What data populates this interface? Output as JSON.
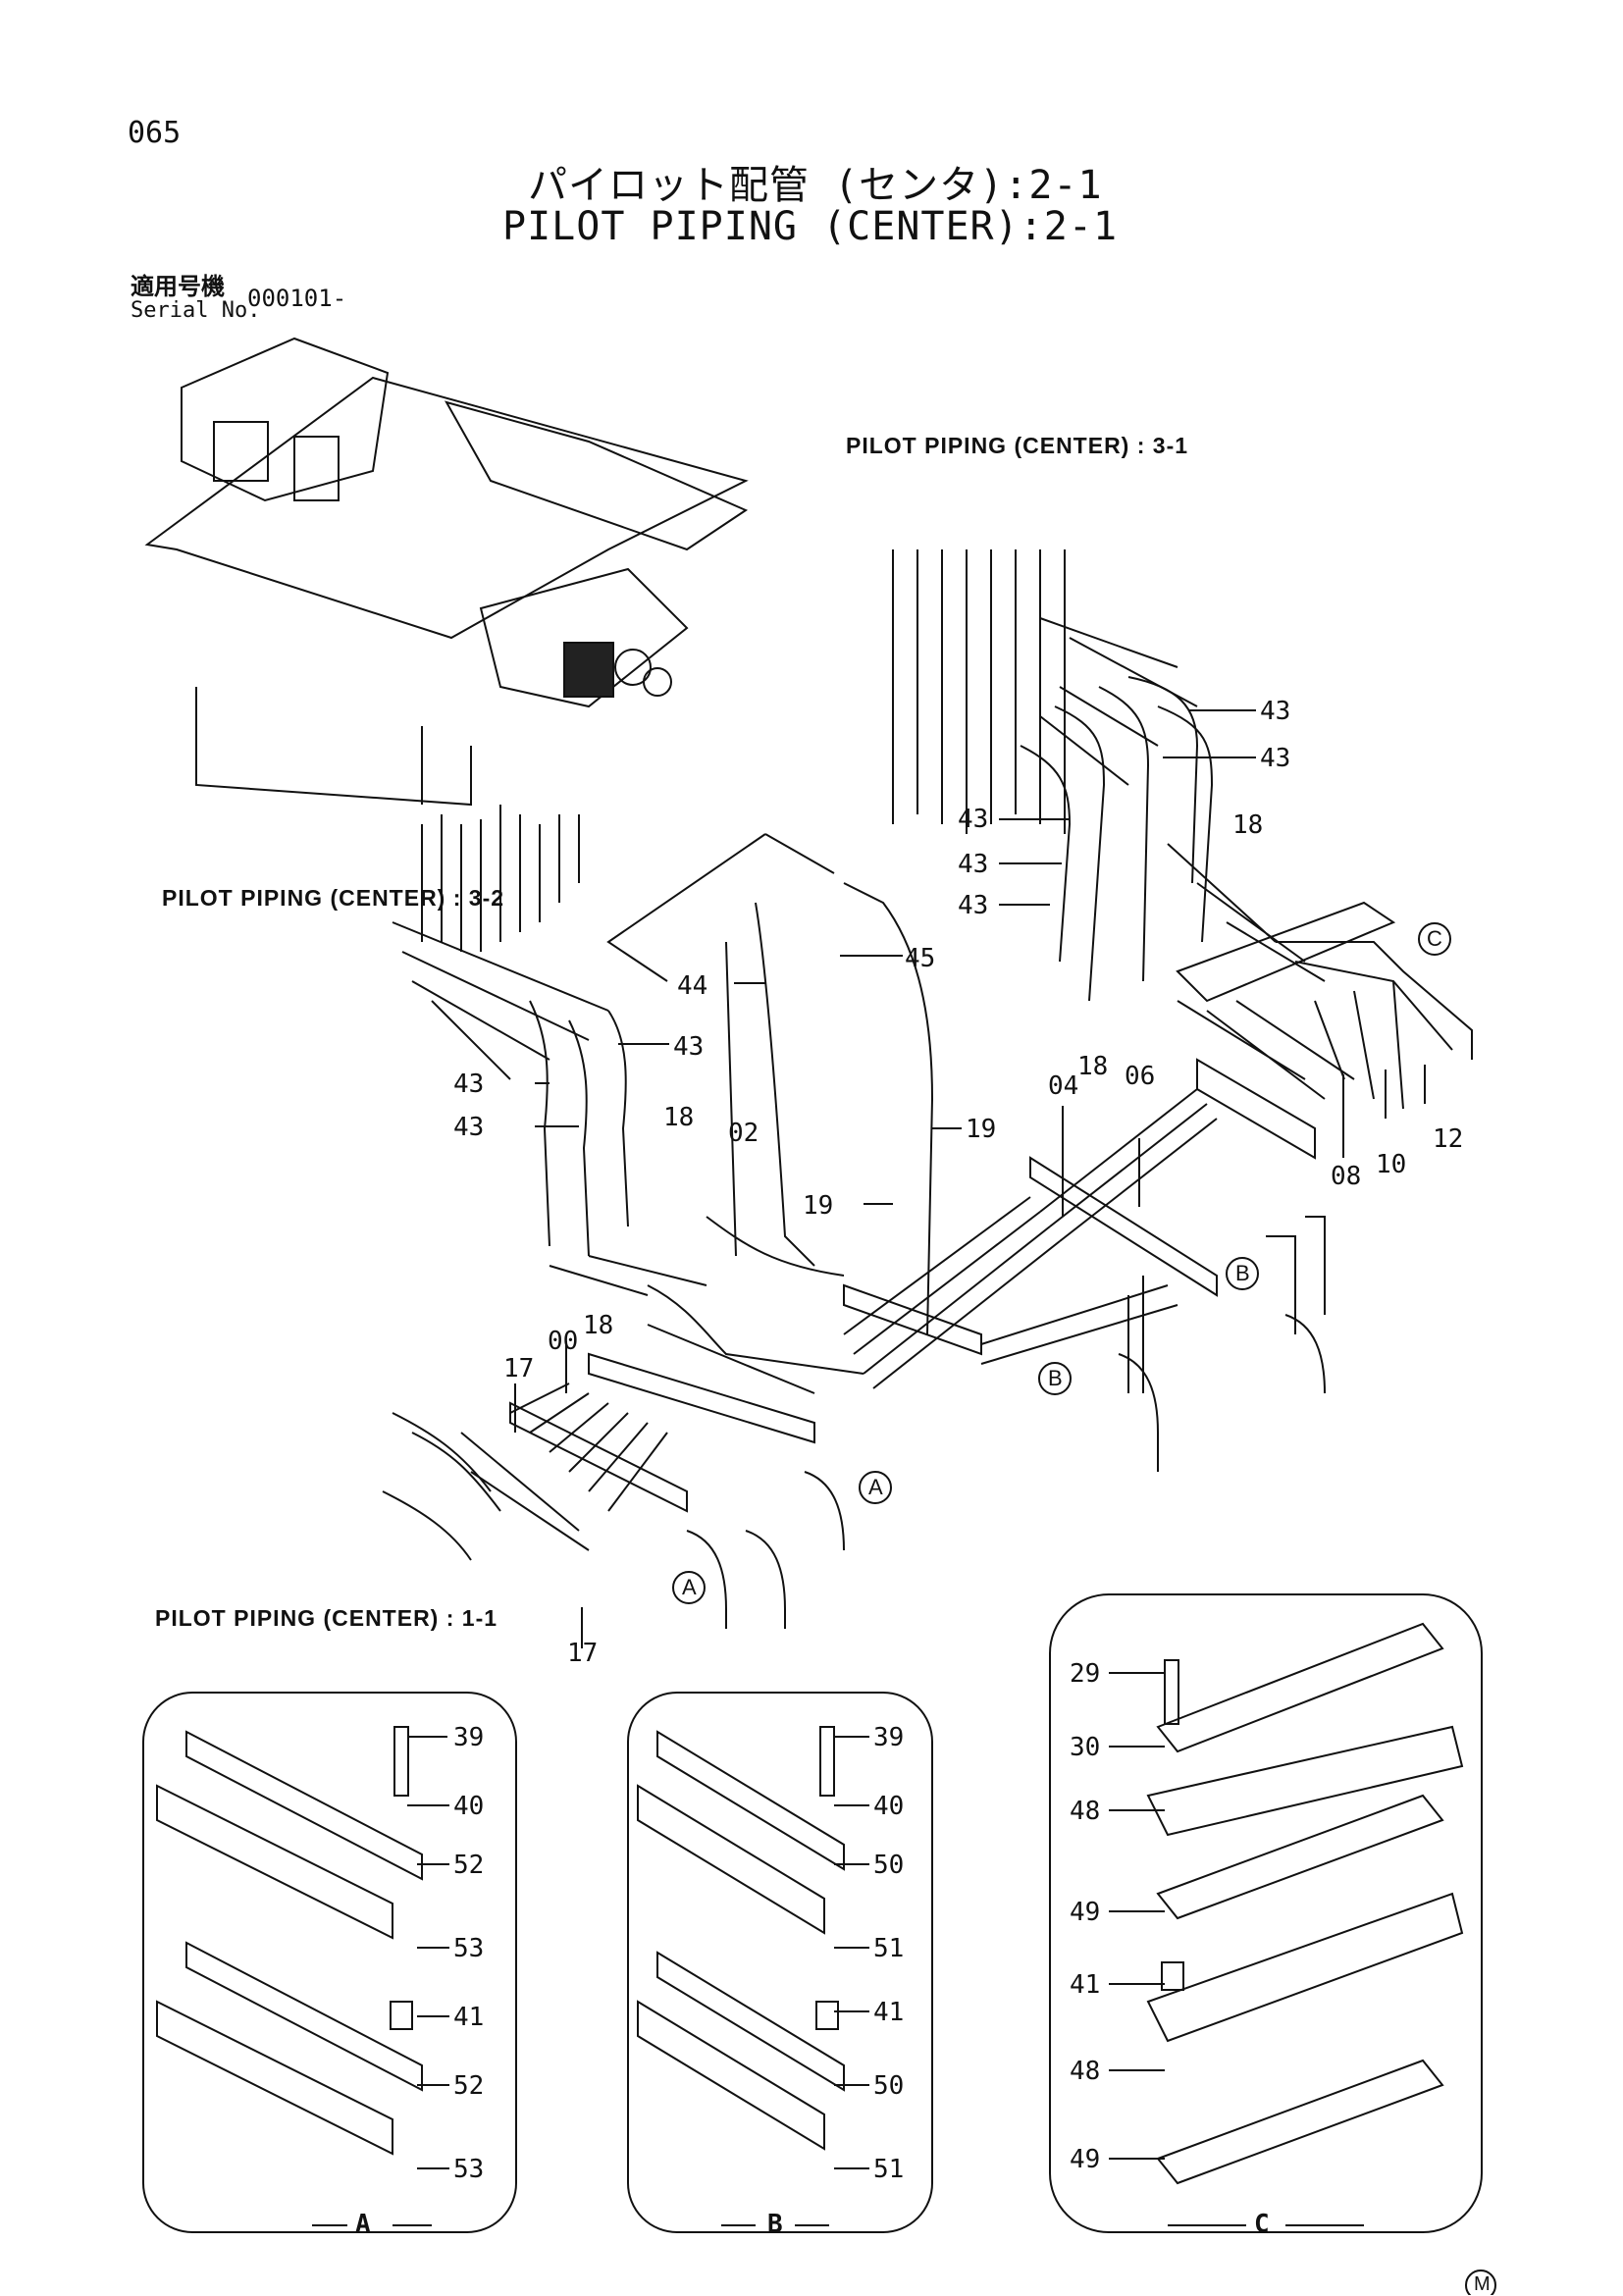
{
  "page_number": "065",
  "title_jp": "パイロット配管 (センタ):2-1",
  "title_en": "PILOT PIPING (CENTER):2-1",
  "serial": {
    "label_jp": "適用号機",
    "label_en": "Serial No.",
    "value": "000101-"
  },
  "refs": {
    "center_3_1": "PILOT PIPING (CENTER) : 3-1",
    "center_3_2": "PILOT PIPING (CENTER) : 3-2",
    "center_1_1": "PILOT PIPING (CENTER) : 1-1"
  },
  "callouts": [
    "A",
    "B",
    "C"
  ],
  "part_numbers": [
    "00",
    "02",
    "04",
    "06",
    "08",
    "10",
    "12",
    "17",
    "18",
    "19",
    "29",
    "30",
    "39",
    "40",
    "41",
    "43",
    "44",
    "45",
    "48",
    "49",
    "50",
    "51",
    "52",
    "53"
  ],
  "detail_a": {
    "title": "A",
    "parts": [
      "39",
      "40",
      "52",
      "53",
      "41",
      "52",
      "53"
    ]
  },
  "detail_b": {
    "title": "B",
    "parts": [
      "39",
      "40",
      "50",
      "51",
      "41",
      "50",
      "51"
    ]
  },
  "detail_c": {
    "title": "C",
    "parts": [
      "29",
      "30",
      "48",
      "49",
      "41",
      "48",
      "49"
    ]
  },
  "mark": "M",
  "colors": {
    "ink": "#111111",
    "paper": "#ffffff"
  }
}
